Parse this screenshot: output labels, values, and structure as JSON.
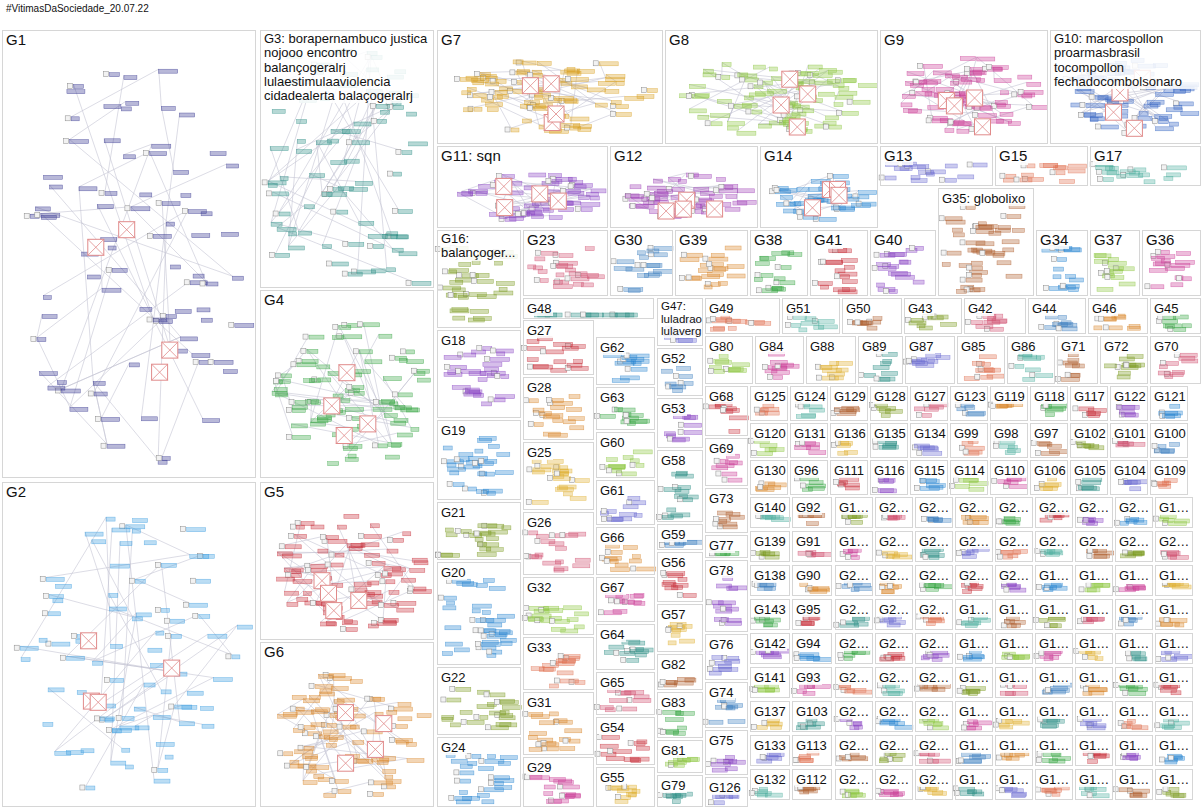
{
  "diagram": {
    "title": "#VitimasDaSociedade_20.07.22",
    "nodes": [
      {
        "text": [
          "G1"
        ]
      },
      {
        "text": [
          "G3: borapernambuco justica nojooo encontro balançogeralrj lulaestimulaaviolencia cidadealerta balaçogeralrj"
        ]
      },
      {
        "text": [
          "G7"
        ]
      },
      {
        "text": [
          "G8"
        ]
      },
      {
        "text": [
          "G9"
        ]
      },
      {
        "text": [
          "G10: marcospollon proarmasbrasil tocompollon fechadocombolsonaro"
        ]
      },
      {
        "text": [
          "G11: sqn"
        ]
      },
      {
        "text": [
          "G12"
        ]
      },
      {
        "text": [
          "G14"
        ]
      },
      {
        "text": [
          "G13"
        ]
      },
      {
        "text": [
          "G15"
        ]
      },
      {
        "text": [
          "G17"
        ]
      },
      {
        "text": [
          "G35: globolixo"
        ]
      },
      {
        "text": [
          "G16: balançoger..."
        ]
      },
      {
        "text": [
          "G23"
        ]
      },
      {
        "text": [
          "G30"
        ]
      },
      {
        "text": [
          "G39"
        ]
      },
      {
        "text": [
          "G38"
        ]
      },
      {
        "text": [
          "G41"
        ]
      },
      {
        "text": [
          "G40"
        ]
      },
      {
        "text": [
          "G34"
        ]
      },
      {
        "text": [
          "G37"
        ]
      },
      {
        "text": [
          "G36"
        ]
      },
      {
        "text": [
          "G4"
        ]
      },
      {
        "text": [
          "G48"
        ]
      },
      {
        "text": [
          "G47: luladrao lulaverg"
        ]
      },
      {
        "text": [
          "G49"
        ]
      },
      {
        "text": [
          "G51"
        ]
      },
      {
        "text": [
          "G50"
        ]
      },
      {
        "text": [
          "G43"
        ]
      },
      {
        "text": [
          "G42"
        ]
      },
      {
        "text": [
          "G44"
        ]
      },
      {
        "text": [
          "G46"
        ]
      },
      {
        "text": [
          "G45"
        ]
      },
      {
        "text": [
          "G27"
        ]
      },
      {
        "text": [
          "G18"
        ]
      },
      {
        "text": [
          "G62"
        ]
      },
      {
        "text": [
          "G80"
        ]
      },
      {
        "text": [
          "G84"
        ]
      },
      {
        "text": [
          "G88"
        ]
      },
      {
        "text": [
          "G89"
        ]
      },
      {
        "text": [
          "G87"
        ]
      },
      {
        "text": [
          "G85"
        ]
      },
      {
        "text": [
          "G86"
        ]
      },
      {
        "text": [
          "G71"
        ]
      },
      {
        "text": [
          "G72"
        ]
      },
      {
        "text": [
          "G70"
        ]
      },
      {
        "text": [
          "G52"
        ]
      },
      {
        "text": [
          "G28"
        ]
      },
      {
        "text": [
          "G63"
        ]
      },
      {
        "text": [
          "G68"
        ]
      },
      {
        "text": [
          "G53"
        ]
      },
      {
        "text": [
          "G19"
        ]
      },
      {
        "text": [
          "G60"
        ]
      },
      {
        "text": [
          "G69"
        ]
      },
      {
        "text": [
          "G25"
        ]
      },
      {
        "text": [
          "G58"
        ]
      },
      {
        "text": [
          "G61"
        ]
      },
      {
        "text": [
          "G2"
        ]
      },
      {
        "text": [
          "G5"
        ]
      },
      {
        "text": [
          "G73"
        ]
      },
      {
        "text": [
          "G21"
        ]
      },
      {
        "text": [
          "G26"
        ]
      },
      {
        "text": [
          "G59"
        ]
      },
      {
        "text": [
          "G66"
        ]
      },
      {
        "text": [
          "G77"
        ]
      },
      {
        "text": [
          "G56"
        ]
      },
      {
        "text": [
          "G78"
        ]
      },
      {
        "text": [
          "G20"
        ]
      },
      {
        "text": [
          "G32"
        ]
      },
      {
        "text": [
          "G67"
        ]
      },
      {
        "text": [
          "G57"
        ]
      },
      {
        "text": [
          "G64"
        ]
      },
      {
        "text": [
          "G76"
        ]
      },
      {
        "text": [
          "G33"
        ]
      },
      {
        "text": [
          "G6"
        ]
      },
      {
        "text": [
          "G82"
        ]
      },
      {
        "text": [
          "G22"
        ]
      },
      {
        "text": [
          "G65"
        ]
      },
      {
        "text": [
          "G74"
        ]
      },
      {
        "text": [
          "G31"
        ]
      },
      {
        "text": [
          "G83"
        ]
      },
      {
        "text": [
          "G54"
        ]
      },
      {
        "text": [
          "G75"
        ]
      },
      {
        "text": [
          "G24"
        ]
      },
      {
        "text": [
          "G81"
        ]
      },
      {
        "text": [
          "G29"
        ]
      },
      {
        "text": [
          "G55"
        ]
      },
      {
        "text": [
          "G79"
        ]
      },
      {
        "text": [
          "G126"
        ]
      },
      {
        "text": [
          "G125"
        ]
      },
      {
        "text": [
          "G124"
        ]
      },
      {
        "text": [
          "G129"
        ]
      },
      {
        "text": [
          "G128"
        ]
      },
      {
        "text": [
          "G127"
        ]
      },
      {
        "text": [
          "G123"
        ]
      },
      {
        "text": [
          "G119"
        ]
      },
      {
        "text": [
          "G118"
        ]
      },
      {
        "text": [
          "G117"
        ]
      },
      {
        "text": [
          "G122"
        ]
      },
      {
        "text": [
          "G121"
        ]
      },
      {
        "text": [
          "G120"
        ]
      },
      {
        "text": [
          "G131"
        ]
      },
      {
        "text": [
          "G136"
        ]
      },
      {
        "text": [
          "G135"
        ]
      },
      {
        "text": [
          "G134"
        ]
      },
      {
        "text": [
          "G99"
        ]
      },
      {
        "text": [
          "G98"
        ]
      },
      {
        "text": [
          "G97"
        ]
      },
      {
        "text": [
          "G102"
        ]
      },
      {
        "text": [
          "G101"
        ]
      },
      {
        "text": [
          "G100"
        ]
      },
      {
        "text": [
          "G130"
        ]
      },
      {
        "text": [
          "G96"
        ]
      },
      {
        "text": [
          "G111"
        ]
      },
      {
        "text": [
          "G116"
        ]
      },
      {
        "text": [
          "G115"
        ]
      },
      {
        "text": [
          "G114"
        ]
      },
      {
        "text": [
          "G110"
        ]
      },
      {
        "text": [
          "G106"
        ]
      },
      {
        "text": [
          "G105"
        ]
      },
      {
        "text": [
          "G104"
        ]
      },
      {
        "text": [
          "G109"
        ]
      },
      {
        "text": [
          "G140"
        ]
      },
      {
        "text": [
          "G92"
        ]
      },
      {
        "text": [
          "G139"
        ]
      },
      {
        "text": [
          "G91"
        ]
      },
      {
        "text": [
          "G138"
        ]
      },
      {
        "text": [
          "G90"
        ]
      },
      {
        "text": [
          "G143"
        ]
      },
      {
        "text": [
          "G95"
        ]
      },
      {
        "text": [
          "G142"
        ]
      },
      {
        "text": [
          "G94"
        ]
      },
      {
        "text": [
          "G141"
        ]
      },
      {
        "text": [
          "G93"
        ]
      },
      {
        "text": [
          "G137"
        ]
      },
      {
        "text": [
          "G103"
        ]
      },
      {
        "text": [
          "G133"
        ]
      },
      {
        "text": [
          "G113"
        ]
      },
      {
        "text": [
          "G132"
        ]
      },
      {
        "text": [
          "G112"
        ]
      },
      {
        "text": [
          "G1…"
        ]
      },
      {
        "text": [
          "G2…"
        ]
      },
      {
        "text": [
          "G2…"
        ]
      },
      {
        "text": [
          "G2…"
        ]
      },
      {
        "text": [
          "G2…"
        ]
      },
      {
        "text": [
          "G2…"
        ]
      },
      {
        "text": [
          "G2…"
        ]
      },
      {
        "text": [
          "G2…"
        ]
      },
      {
        "text": [
          "G1…"
        ]
      },
      {
        "text": [
          "G1…"
        ]
      },
      {
        "text": [
          "G2…"
        ]
      },
      {
        "text": [
          "G2…"
        ]
      },
      {
        "text": [
          "G2…"
        ]
      },
      {
        "text": [
          "G2…"
        ]
      },
      {
        "text": [
          "G2…"
        ]
      },
      {
        "text": [
          "G2…"
        ]
      },
      {
        "text": [
          "G2…"
        ]
      },
      {
        "text": [
          "G2…"
        ]
      },
      {
        "text": [
          "G2…"
        ]
      },
      {
        "text": [
          "G2…"
        ]
      },
      {
        "text": [
          "G2…"
        ]
      },
      {
        "text": [
          "G2…"
        ]
      },
      {
        "text": [
          "G2…"
        ]
      },
      {
        "text": [
          "G1…"
        ]
      },
      {
        "text": [
          "G1…"
        ]
      },
      {
        "text": [
          "G1…"
        ]
      },
      {
        "text": [
          "G1…"
        ]
      },
      {
        "text": [
          "G2…"
        ]
      },
      {
        "text": [
          "G2…"
        ]
      },
      {
        "text": [
          "G2…"
        ]
      },
      {
        "text": [
          "G1…"
        ]
      },
      {
        "text": [
          "G1…"
        ]
      },
      {
        "text": [
          "G1…"
        ]
      },
      {
        "text": [
          "G1…"
        ]
      },
      {
        "text": [
          "G1…"
        ]
      },
      {
        "text": [
          "G1…"
        ]
      },
      {
        "text": [
          "G2…"
        ]
      },
      {
        "text": [
          "G2…"
        ]
      },
      {
        "text": [
          "G2…"
        ]
      },
      {
        "text": [
          "G1…"
        ]
      },
      {
        "text": [
          "G1…"
        ]
      },
      {
        "text": [
          "G1…"
        ]
      },
      {
        "text": [
          "G1…"
        ]
      },
      {
        "text": [
          "G1…"
        ]
      },
      {
        "text": [
          "G1…"
        ]
      },
      {
        "text": [
          "G2…"
        ]
      },
      {
        "text": [
          "G2…"
        ]
      },
      {
        "text": [
          "G2…"
        ]
      },
      {
        "text": [
          "G1…"
        ]
      },
      {
        "text": [
          "G1…"
        ]
      },
      {
        "text": [
          "G1…"
        ]
      },
      {
        "text": [
          "G1…"
        ]
      },
      {
        "text": [
          "G1…"
        ]
      },
      {
        "text": [
          "G1…"
        ]
      },
      {
        "text": [
          "G2…"
        ]
      },
      {
        "text": [
          "G2…"
        ]
      },
      {
        "text": [
          "G2…"
        ]
      },
      {
        "text": [
          "G1…"
        ]
      },
      {
        "text": [
          "G1…"
        ]
      },
      {
        "text": [
          "G1…"
        ]
      },
      {
        "text": [
          "G1…"
        ]
      },
      {
        "text": [
          "G1…"
        ]
      },
      {
        "text": [
          "G1…"
        ]
      },
      {
        "text": [
          "G2…"
        ]
      },
      {
        "text": [
          "G2…"
        ]
      },
      {
        "text": [
          "G2…"
        ]
      },
      {
        "text": [
          "G1…"
        ]
      },
      {
        "text": [
          "G1…"
        ]
      },
      {
        "text": [
          "G1…"
        ]
      },
      {
        "text": [
          "G1…"
        ]
      },
      {
        "text": [
          "G1…"
        ]
      },
      {
        "text": [
          "G1…"
        ]
      },
      {
        "text": [
          "G2…"
        ]
      },
      {
        "text": [
          "G2…"
        ]
      },
      {
        "text": [
          "G2…"
        ]
      },
      {
        "text": [
          "G1…"
        ]
      },
      {
        "text": [
          "G1…"
        ]
      },
      {
        "text": [
          "G1…"
        ]
      },
      {
        "text": [
          "G1…"
        ]
      },
      {
        "text": [
          "G1…"
        ]
      },
      {
        "text": [
          "G1…"
        ]
      }
    ]
  }
}
